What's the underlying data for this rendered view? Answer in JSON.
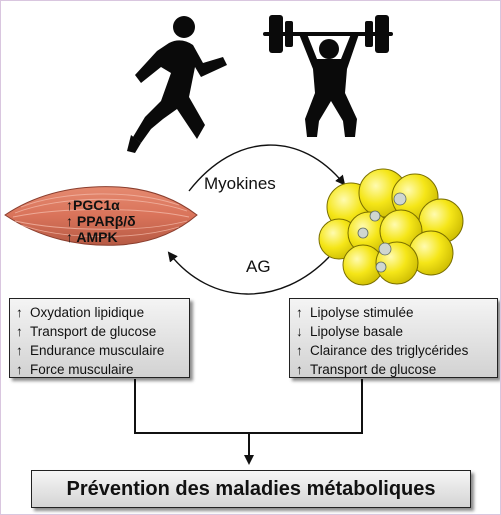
{
  "exchange": {
    "top_label": "Myokines",
    "bottom_label": "AG"
  },
  "muscle": {
    "lines": [
      "↑PGC1α",
      "↑ PPARβ/δ",
      "↑ AMPK"
    ]
  },
  "muscle_effects": [
    {
      "arrow": "↑",
      "text": "Oxydation lipidique"
    },
    {
      "arrow": "↑",
      "text": "Transport de glucose"
    },
    {
      "arrow": "↑",
      "text": "Endurance musculaire"
    },
    {
      "arrow": "↑",
      "text": "Force musculaire"
    }
  ],
  "adipose_effects": [
    {
      "arrow": "↑",
      "text": "Lipolyse stimulée"
    },
    {
      "arrow": "↓",
      "text": "Lipolyse basale"
    },
    {
      "arrow": "↑",
      "text": "Clairance des triglycérides"
    },
    {
      "arrow": "↑",
      "text": "Transport de glucose"
    }
  ],
  "conclusion": "Prévention des maladies métaboliques",
  "colors": {
    "muscle": "#d9735a",
    "adipocyte": "#f2e20f",
    "silhouette": "#0a0a0a",
    "box_border": "#222222"
  },
  "icons": [
    "runner-icon",
    "weightlifter-icon",
    "muscle-icon",
    "adipocyte-cluster-icon"
  ]
}
